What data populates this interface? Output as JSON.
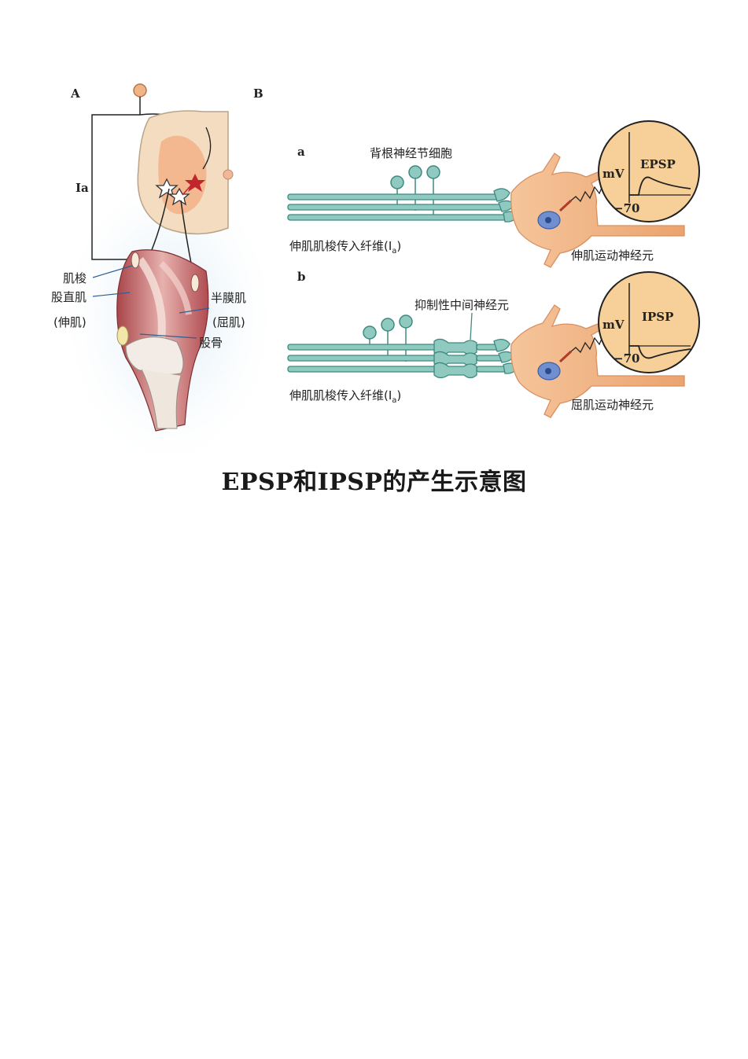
{
  "panels": {
    "a_label": "A",
    "b_label": "B",
    "sub_a": "a",
    "sub_b": "b"
  },
  "left": {
    "ia": "Ia",
    "spindle": "肌梭",
    "rectus": "股直肌",
    "extensor": "(伸肌)",
    "semimembranosus": "半膜肌",
    "flexor": "(屈肌)",
    "femur": "股骨"
  },
  "a": {
    "ganglion": "背根神经节细胞",
    "afferent_main": "伸肌肌梭传入纤维(I",
    "afferent_sub": "a",
    "afferent_close": ")",
    "motor": "伸肌运动神经元",
    "unit": "mV",
    "potential": "EPSP",
    "resting": "−70"
  },
  "b": {
    "interneuron": "抑制性中间神经元",
    "afferent_main": "伸肌肌梭传入纤维(I",
    "afferent_sub": "a",
    "afferent_close": ")",
    "motor": "屈肌运动神经元",
    "unit": "mV",
    "potential": "IPSP",
    "resting": "−70"
  },
  "caption": "EPSP和IPSP的产生示意图",
  "colors": {
    "fiber": "#6fb3aa",
    "fiber_dark": "#3e8a80",
    "neuron": "#f5c59b",
    "nucleus": "#6f8fd0",
    "scope": "#f7cf98",
    "muscle": "#c25a5e",
    "spinal": "#f3dcc0"
  }
}
